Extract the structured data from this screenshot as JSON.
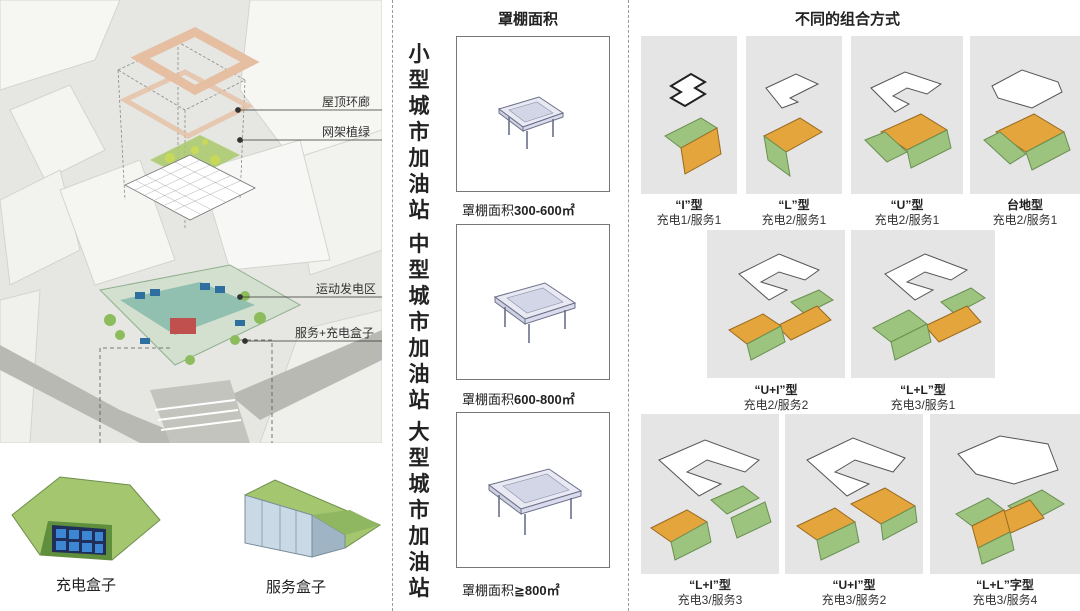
{
  "left": {
    "callouts": [
      "屋顶环廊",
      "网架植绿",
      "运动发电区",
      "服务+充电盒子"
    ],
    "boxes": {
      "charge": "充电盒子",
      "service": "服务盒子"
    }
  },
  "middle": {
    "heading": "罩棚面积",
    "tiers": [
      {
        "title": [
          "小",
          "型",
          "城",
          "市",
          "加",
          "油",
          "站"
        ],
        "area_prefix": "罩棚面积",
        "area_value": "300-600㎡"
      },
      {
        "title": [
          "中",
          "型",
          "城",
          "市",
          "加",
          "油",
          "站"
        ],
        "area_prefix": "罩棚面积",
        "area_value": "600-800㎡"
      },
      {
        "title": [
          "大",
          "型",
          "城",
          "市",
          "加",
          "油",
          "站"
        ],
        "area_prefix": "罩棚面积",
        "area_value": "≧800㎡"
      }
    ]
  },
  "right": {
    "heading": "不同的组合方式",
    "combos": [
      {
        "name": "“I”型",
        "sub": "充电1/服务1"
      },
      {
        "name": "“L”型",
        "sub": "充电2/服务1"
      },
      {
        "name": "“U”型",
        "sub": "充电2/服务1"
      },
      {
        "name": "台地型",
        "sub": "充电2/服务1"
      },
      {
        "name": "“U+I”型",
        "sub": "充电2/服务2"
      },
      {
        "name": "“L+L”型",
        "sub": "充电3/服务1"
      },
      {
        "name": "“L+I”型",
        "sub": "充电3/服务3"
      },
      {
        "name": "“U+I”型",
        "sub": "充电3/服务2"
      },
      {
        "name": "“L+L”字型",
        "sub": "充电3/服务4"
      }
    ]
  },
  "colors": {
    "green": "#9cc47e",
    "orange": "#e3a53c",
    "roof_frame": "#e9c3a8",
    "canvas": "#e5e5e5"
  }
}
